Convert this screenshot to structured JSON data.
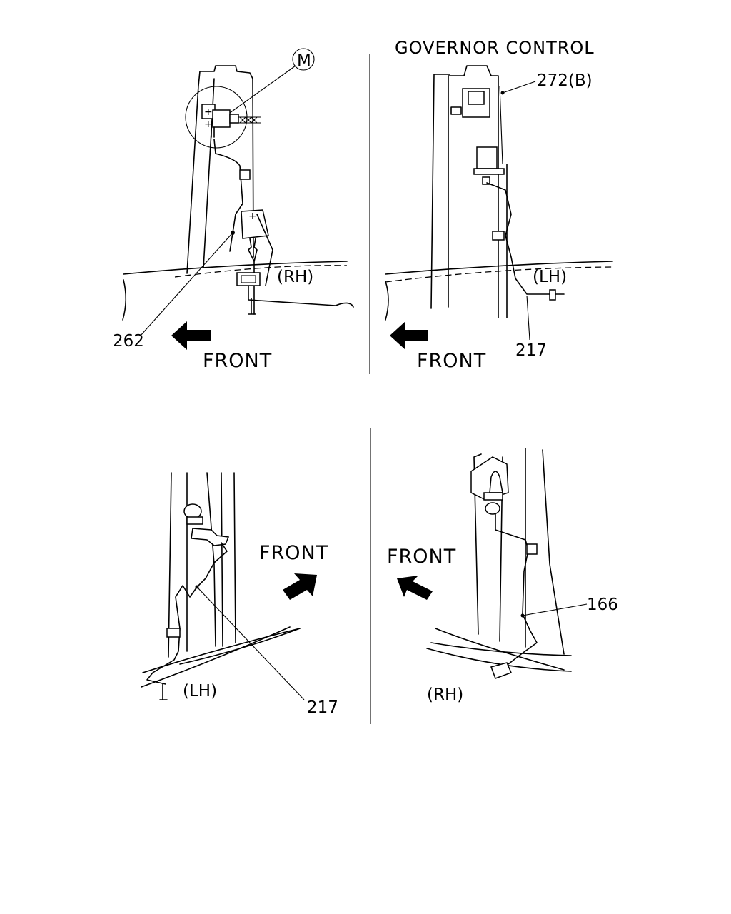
{
  "title": "GOVERNOR CONTROL",
  "panels": {
    "top_left": {
      "callout_circle": "M",
      "side": "(RH)",
      "part_number": "262",
      "direction": "FRONT"
    },
    "top_right": {
      "part_number_top": "272(B)",
      "side": "(LH)",
      "part_number": "217",
      "direction": "FRONT"
    },
    "bottom_left": {
      "side": "(LH)",
      "part_number": "217",
      "direction": "FRONT"
    },
    "bottom_right": {
      "side": "(RH)",
      "part_number": "166",
      "direction": "FRONT"
    }
  },
  "icons": {
    "arrow_left": "front-arrow-left-icon",
    "arrow_diag_right": "front-arrow-diagonal-right-icon",
    "arrow_diag_left": "front-arrow-diagonal-left-icon"
  },
  "colors": {
    "ink": "#000000",
    "paper": "#ffffff"
  }
}
